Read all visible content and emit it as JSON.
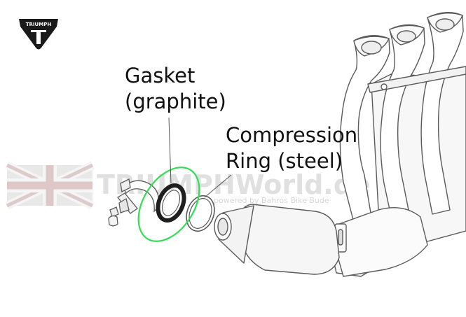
{
  "brand": {
    "logo_text": "TRIUMPH"
  },
  "labels": {
    "gasket": {
      "line1": "Gasket",
      "line2": "(graphite)"
    },
    "compression_ring": {
      "line1": "Compression",
      "line2": "Ring (steel)"
    }
  },
  "watermark": {
    "title_prefix": "TRIUMPH",
    "title_suffix": "World.de",
    "subtitle": "powered by Bahros Bike Bude"
  },
  "colors": {
    "highlight": "#33dd55",
    "line_art": "#555555",
    "label_text": "#111111",
    "watermark": "#c8c8c8"
  },
  "icons": [
    "triumph-logo-icon",
    "union-jack-icon"
  ]
}
